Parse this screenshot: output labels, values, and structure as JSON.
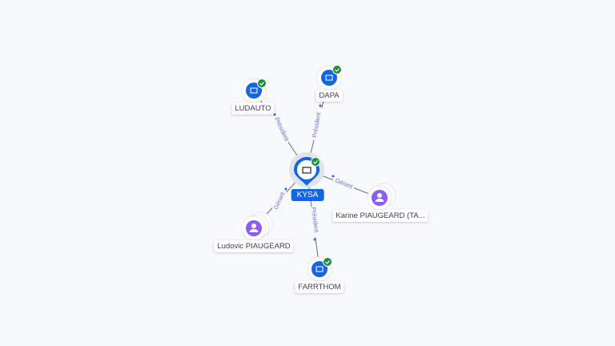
{
  "center": {
    "name": "KYSA"
  },
  "nodes": [
    {
      "name": "LUDAUTO",
      "type": "company",
      "verified": true,
      "relation": "Président"
    },
    {
      "name": "DAPA",
      "type": "company",
      "verified": true,
      "relation": "Président"
    },
    {
      "name": "Karine PIAUGEARD (TA...",
      "type": "person",
      "relation": "Gérant"
    },
    {
      "name": "Ludovic PIAUGEARD",
      "type": "person",
      "relation": "Gérant"
    },
    {
      "name": "FARRTHOM",
      "type": "company",
      "verified": true,
      "relation": "Président"
    }
  ],
  "colors": {
    "company": "#1565e0",
    "person": "#8b5cf6",
    "verified": "#1e8e3e",
    "edge_label": "#6a6fd0"
  }
}
